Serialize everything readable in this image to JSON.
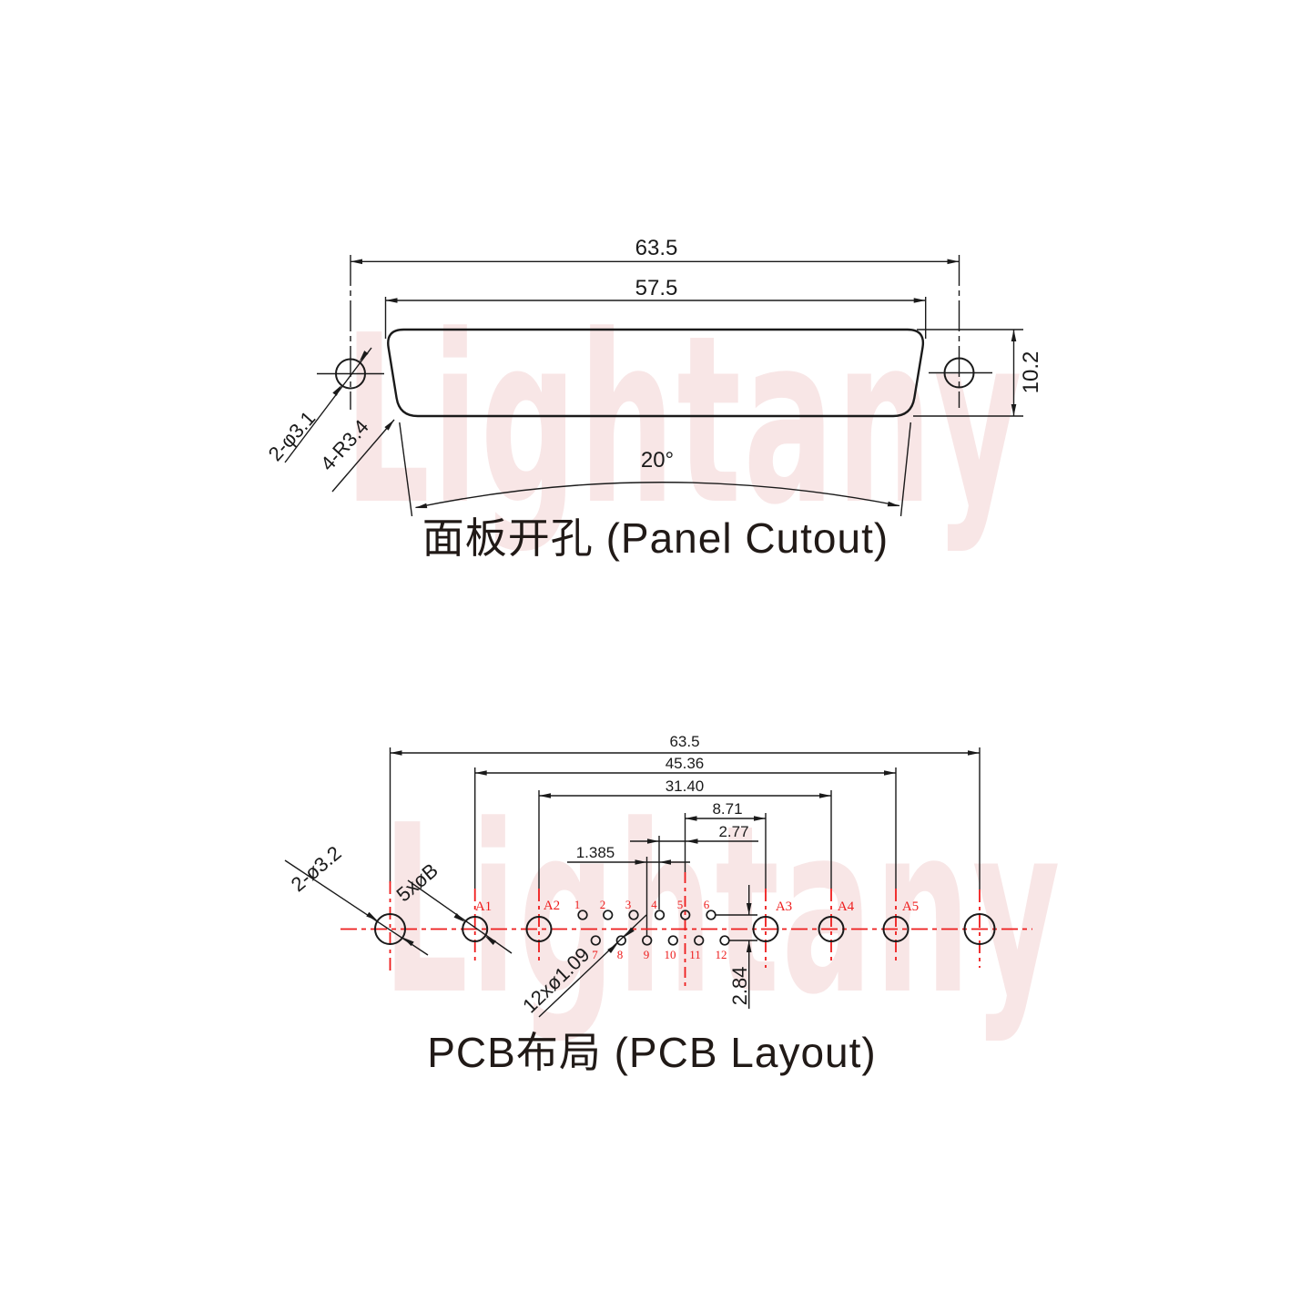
{
  "watermark": "Lightany",
  "panel_cutout": {
    "title": "面板开孔 (Panel Cutout)",
    "dim_width_outer": "63.5",
    "dim_width_inner": "57.5",
    "dim_height": "10.2",
    "dim_angle": "20°",
    "label_mount_holes": "2-φ3.1",
    "label_corner_radius": "4-R3.4"
  },
  "pcb_layout": {
    "title": "PCB布局 (PCB Layout)",
    "dim_mount_span": "63.5",
    "dim_a_outer_span": "45.36",
    "dim_a_inner_span": "31.40",
    "dim_a3_offset": "8.71",
    "dim_pin_pitch": "2.77",
    "dim_row_offset": "1.385",
    "dim_row_gap": "2.84",
    "label_mount_holes": "2-ø3.2",
    "label_coax_holes": "5xøB",
    "label_signal_holes": "12xø1.09",
    "a_labels": [
      "A1",
      "A2",
      "A3",
      "A4",
      "A5"
    ],
    "pin_labels": [
      "1",
      "2",
      "3",
      "4",
      "5",
      "6",
      "7",
      "8",
      "9",
      "10",
      "11",
      "12"
    ]
  },
  "colors": {
    "line": "#1a1a1a",
    "red": "#ee1c1c",
    "watermark": "#f8e6e6",
    "title": "#211a17"
  }
}
